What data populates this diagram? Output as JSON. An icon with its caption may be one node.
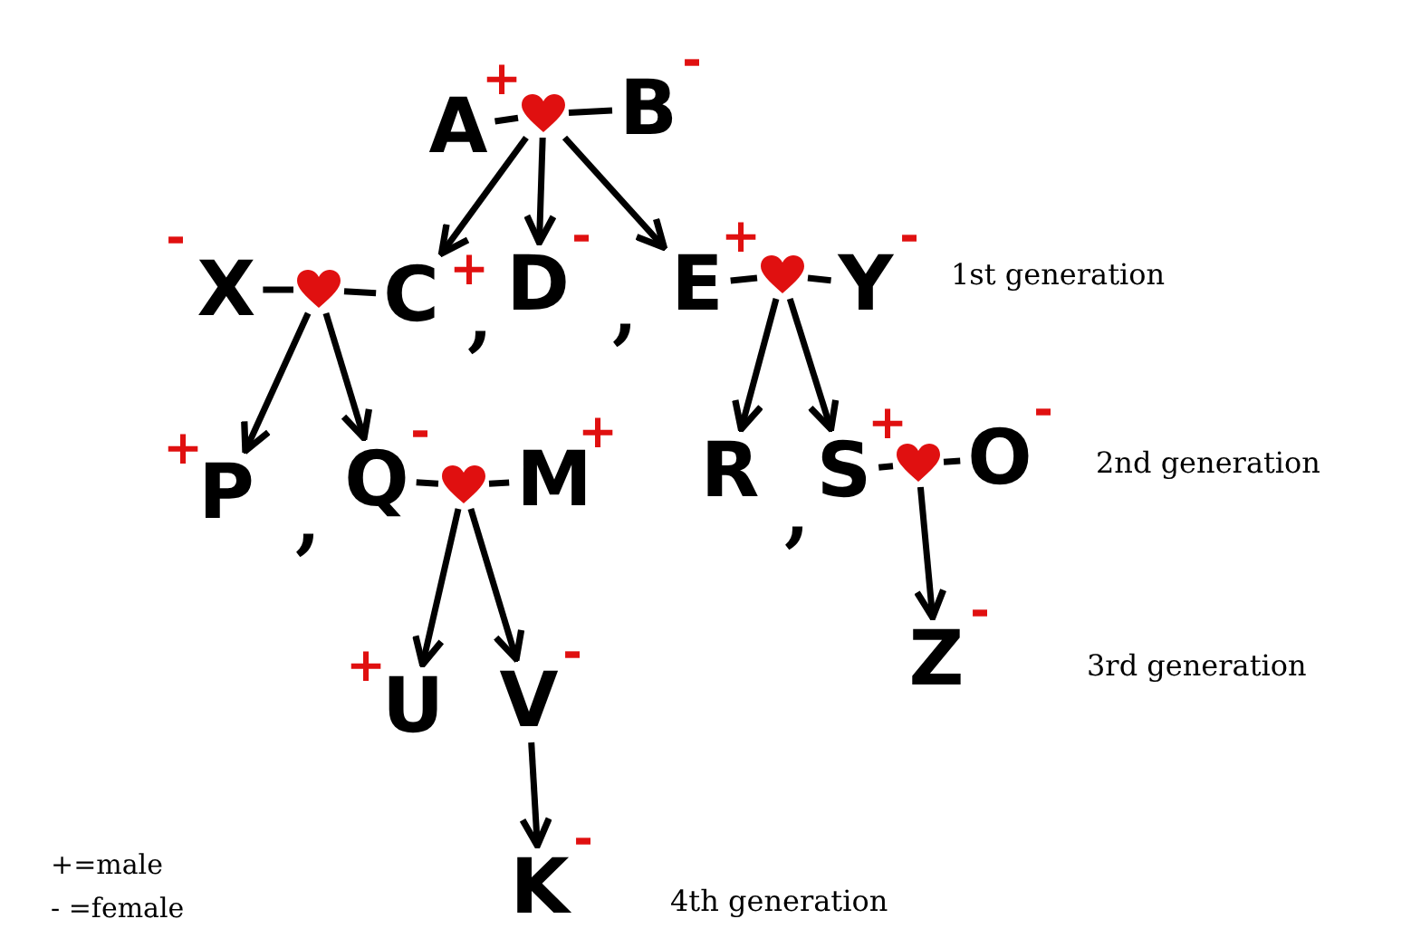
{
  "diagram": {
    "nodes": [
      {
        "text": [
          "A"
        ],
        "beside": [
          "+"
        ]
      },
      {
        "text": [],
        "shape": "heart"
      },
      {
        "text": [
          "B"
        ],
        "beside": [
          "-"
        ]
      },
      {
        "text": [
          "X"
        ],
        "beside": [
          "-"
        ]
      },
      {
        "text": [],
        "shape": "heart"
      },
      {
        "text": [
          "C"
        ],
        "beside": [
          "+"
        ]
      },
      {
        "text": [
          "D"
        ],
        "beside": [
          "-"
        ]
      },
      {
        "text": [
          "E"
        ],
        "beside": [
          "+"
        ]
      },
      {
        "text": [],
        "shape": "heart"
      },
      {
        "text": [
          "Y"
        ],
        "beside": [
          "-"
        ]
      },
      {
        "text": [
          "P"
        ],
        "beside": [
          "+"
        ]
      },
      {
        "text": [
          "Q"
        ],
        "beside": [
          "-"
        ]
      },
      {
        "text": [],
        "shape": "heart"
      },
      {
        "text": [
          "M"
        ],
        "beside": [
          "+"
        ]
      },
      {
        "text": [
          "R"
        ]
      },
      {
        "text": [
          "S"
        ],
        "beside": [
          "+"
        ]
      },
      {
        "text": [],
        "shape": "heart"
      },
      {
        "text": [
          "O"
        ],
        "beside": [
          "-"
        ]
      },
      {
        "text": [
          "U"
        ],
        "beside": [
          "+"
        ]
      },
      {
        "text": [
          "V"
        ],
        "beside": [
          "-"
        ]
      },
      {
        "text": [
          "Z"
        ],
        "beside": [
          "-"
        ]
      },
      {
        "text": [
          "K"
        ],
        "beside": [
          "-"
        ]
      }
    ],
    "edges": [
      {
        "from": 0,
        "to": 1,
        "arrow": "none"
      },
      {
        "from": 1,
        "to": 2,
        "arrow": "none"
      },
      {
        "from": 1,
        "to": 5,
        "arrow": "to"
      },
      {
        "from": 1,
        "to": 6,
        "arrow": "to"
      },
      {
        "from": 1,
        "to": 7,
        "arrow": "to"
      },
      {
        "from": 3,
        "to": 4,
        "arrow": "none"
      },
      {
        "from": 4,
        "to": 5,
        "arrow": "none"
      },
      {
        "from": 4,
        "to": 10,
        "arrow": "to"
      },
      {
        "from": 4,
        "to": 11,
        "arrow": "to"
      },
      {
        "from": 7,
        "to": 8,
        "arrow": "none"
      },
      {
        "from": 8,
        "to": 9,
        "arrow": "none"
      },
      {
        "from": 8,
        "to": 14,
        "arrow": "to"
      },
      {
        "from": 8,
        "to": 15,
        "arrow": "to"
      },
      {
        "from": 11,
        "to": 12,
        "arrow": "none"
      },
      {
        "from": 12,
        "to": 13,
        "arrow": "none"
      },
      {
        "from": 12,
        "to": 18,
        "arrow": "to"
      },
      {
        "from": 12,
        "to": 19,
        "arrow": "to"
      },
      {
        "from": 15,
        "to": 16,
        "arrow": "none"
      },
      {
        "from": 16,
        "to": 17,
        "arrow": "none"
      },
      {
        "from": 16,
        "to": 20,
        "arrow": "to"
      },
      {
        "from": 19,
        "to": 21,
        "arrow": "to"
      }
    ],
    "labels": [
      ",",
      ",",
      "1st generation",
      ",",
      "2nd generation",
      ",",
      "3rd generation",
      "+=male",
      "- =female",
      "4th generation"
    ]
  }
}
